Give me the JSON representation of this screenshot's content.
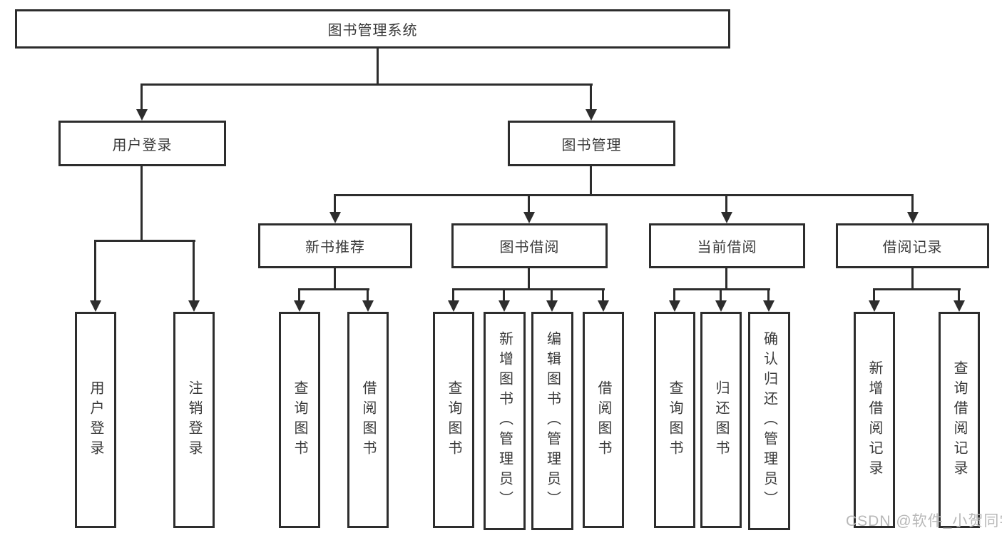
{
  "diagram": {
    "root": {
      "label": "图书管理系统"
    },
    "level2": [
      {
        "label": "用户登录"
      },
      {
        "label": "图书管理"
      }
    ],
    "level3": [
      {
        "label": "新书推荐"
      },
      {
        "label": "图书借阅"
      },
      {
        "label": "当前借阅"
      },
      {
        "label": "借阅记录"
      }
    ],
    "leaves": [
      {
        "label": "用户登录"
      },
      {
        "label": "注销登录"
      },
      {
        "label": "查询图书"
      },
      {
        "label": "借阅图书"
      },
      {
        "label": "查询图书"
      },
      {
        "label": "新增图书（管理员）"
      },
      {
        "label": "编辑图书（管理员）"
      },
      {
        "label": "借阅图书"
      },
      {
        "label": "查询图书"
      },
      {
        "label": "归还图书"
      },
      {
        "label": "确认归还（管理员）"
      },
      {
        "label": "新增借阅记录"
      },
      {
        "label": "查询借阅记录"
      }
    ]
  },
  "watermark": {
    "text": "CSDN @软件_小贺同学"
  },
  "colors": {
    "line": "#2d2d2d",
    "border": "#2d2d2d",
    "text": "#3a3a3a",
    "watermark": "#b8b8b8",
    "background": "#ffffff"
  }
}
